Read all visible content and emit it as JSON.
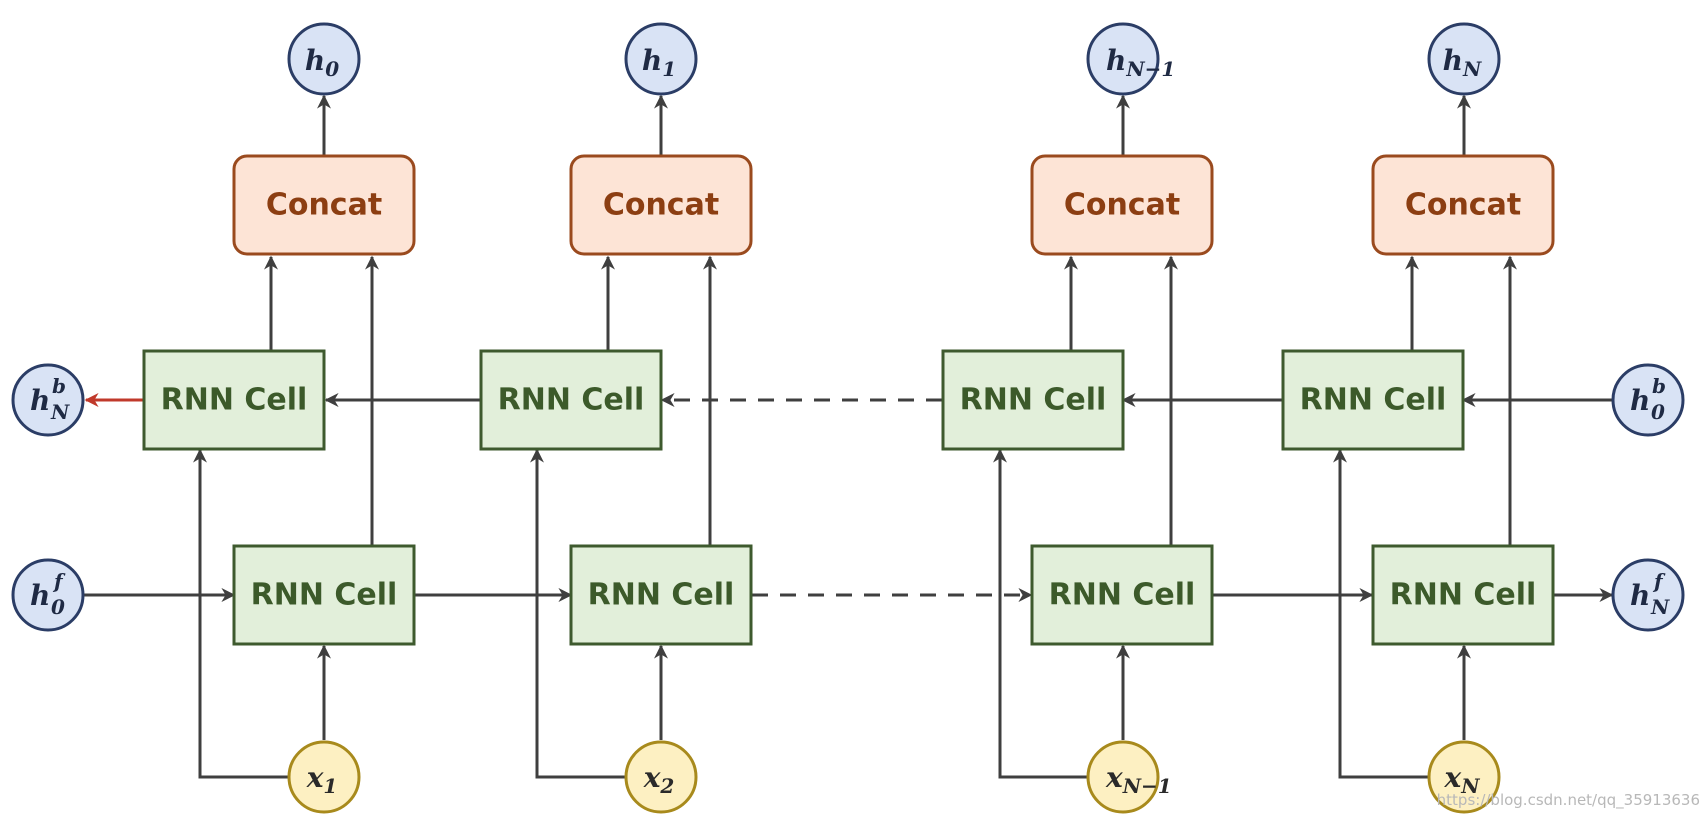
{
  "diagram": {
    "concat_label": "Concat",
    "rnn_cell_label": "RNN Cell",
    "outputs": [
      {
        "main": "h",
        "sub": "0"
      },
      {
        "main": "h",
        "sub": "1"
      },
      {
        "main": "h",
        "sub": "N−1"
      },
      {
        "main": "h",
        "sub": "N"
      }
    ],
    "inputs": [
      {
        "main": "x",
        "sub": "1"
      },
      {
        "main": "x",
        "sub": "2"
      },
      {
        "main": "x",
        "sub": "N−1"
      },
      {
        "main": "x",
        "sub": "N"
      }
    ],
    "backward_final": {
      "main": "h",
      "sup": "b",
      "sub": "N"
    },
    "backward_initial": {
      "main": "h",
      "sup": "b",
      "sub": "0"
    },
    "forward_initial": {
      "main": "h",
      "sup": "f",
      "sub": "0"
    },
    "forward_final": {
      "main": "h",
      "sup": "f",
      "sub": "N"
    },
    "watermark": "https://blog.csdn.net/qq_35913636"
  },
  "colors": {
    "rnn_fill": "#e2efda",
    "rnn_stroke": "#3e5a2e",
    "concat_fill": "#fde4d6",
    "concat_stroke": "#9a4a1e",
    "h_node_fill": "#d9e3f5",
    "h_node_stroke": "#2b3d66",
    "x_node_fill": "#fdf0c2",
    "x_node_stroke": "#a88a1c",
    "arrow": "#3f3f3f",
    "red_arrow": "#c0392b"
  }
}
